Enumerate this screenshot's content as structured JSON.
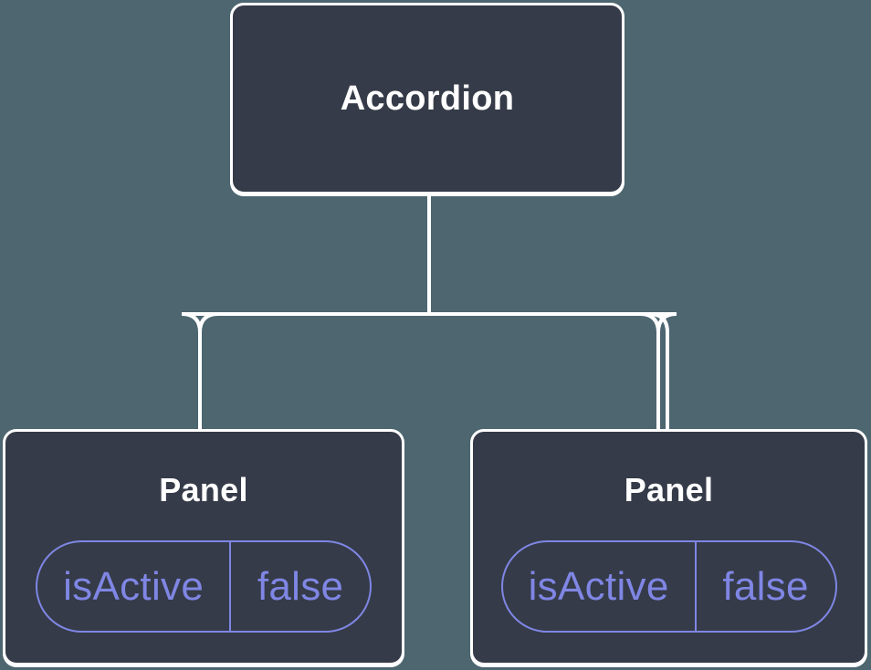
{
  "colors": {
    "background": "#4D6670",
    "nodeFill": "#353B48",
    "nodeBorder": "#FFFFFF",
    "nodeText": "#FFFFFF",
    "connector": "#FFFFFF",
    "accent": "#7F86E4"
  },
  "tree": {
    "root": {
      "label": "Accordion"
    },
    "children": [
      {
        "label": "Panel",
        "state": {
          "key": "isActive",
          "value": "false"
        }
      },
      {
        "label": "Panel",
        "state": {
          "key": "isActive",
          "value": "false"
        }
      }
    ]
  }
}
